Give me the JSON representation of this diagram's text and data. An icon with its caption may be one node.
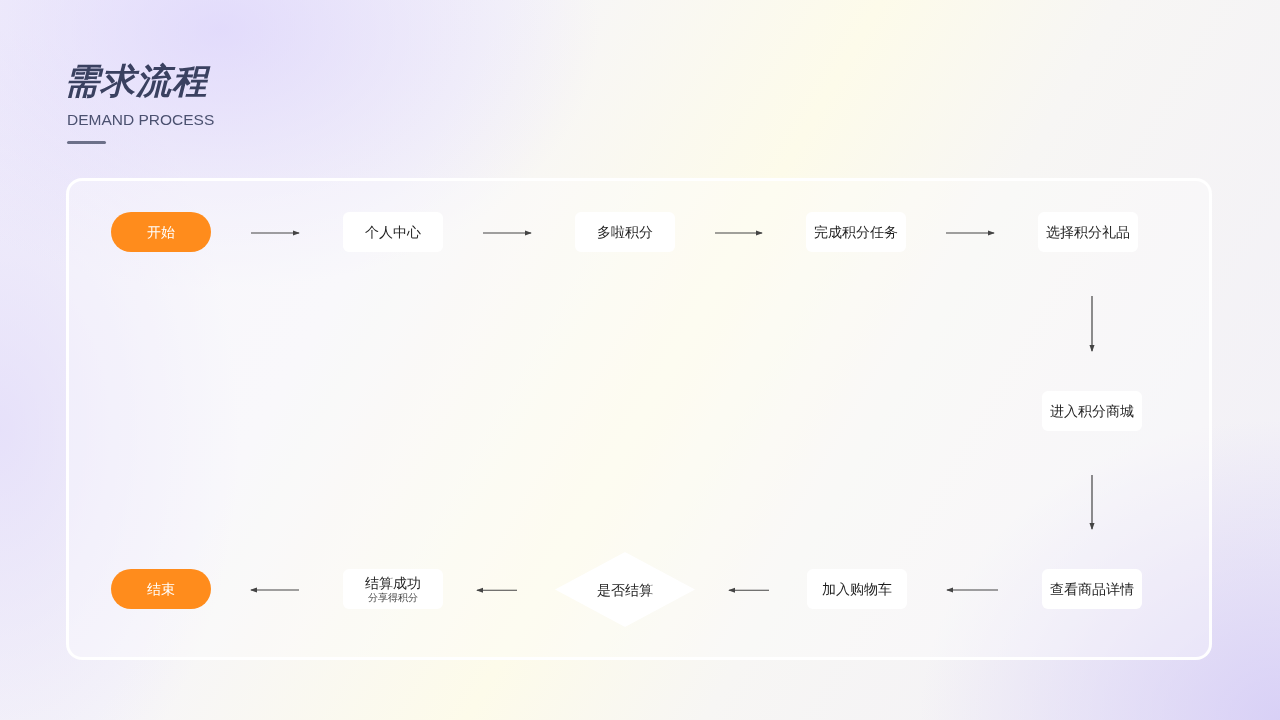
{
  "diagram": {
    "title": "需求流程",
    "caption": "DEMAND PROCESS",
    "nodes": [
      {
        "text": [
          "开始"
        ]
      },
      {
        "text": [
          "个人中心"
        ]
      },
      {
        "text": [
          "多啦积分"
        ]
      },
      {
        "text": [
          "完成积分任务"
        ]
      },
      {
        "text": [
          "选择积分礼品"
        ]
      },
      {
        "text": [
          "进入积分商城"
        ]
      },
      {
        "text": [
          "查看商品详情"
        ]
      },
      {
        "text": [
          "加入购物车"
        ]
      },
      {
        "text": [
          "是否结算"
        ]
      },
      {
        "text": [
          "结算成功",
          "分享得积分"
        ]
      },
      {
        "text": [
          "结束"
        ]
      }
    ],
    "edges": [
      {
        "from": 0,
        "to": 1,
        "arrow": "to"
      },
      {
        "from": 1,
        "to": 2,
        "arrow": "to"
      },
      {
        "from": 2,
        "to": 3,
        "arrow": "to"
      },
      {
        "from": 3,
        "to": 4,
        "arrow": "to"
      },
      {
        "from": 4,
        "to": 5,
        "arrow": "to"
      },
      {
        "from": 5,
        "to": 6,
        "arrow": "to"
      },
      {
        "from": 6,
        "to": 7,
        "arrow": "to"
      },
      {
        "from": 7,
        "to": 8,
        "arrow": "to"
      },
      {
        "from": 8,
        "to": 9,
        "arrow": "to"
      },
      {
        "from": 9,
        "to": 10,
        "arrow": "to"
      }
    ]
  }
}
